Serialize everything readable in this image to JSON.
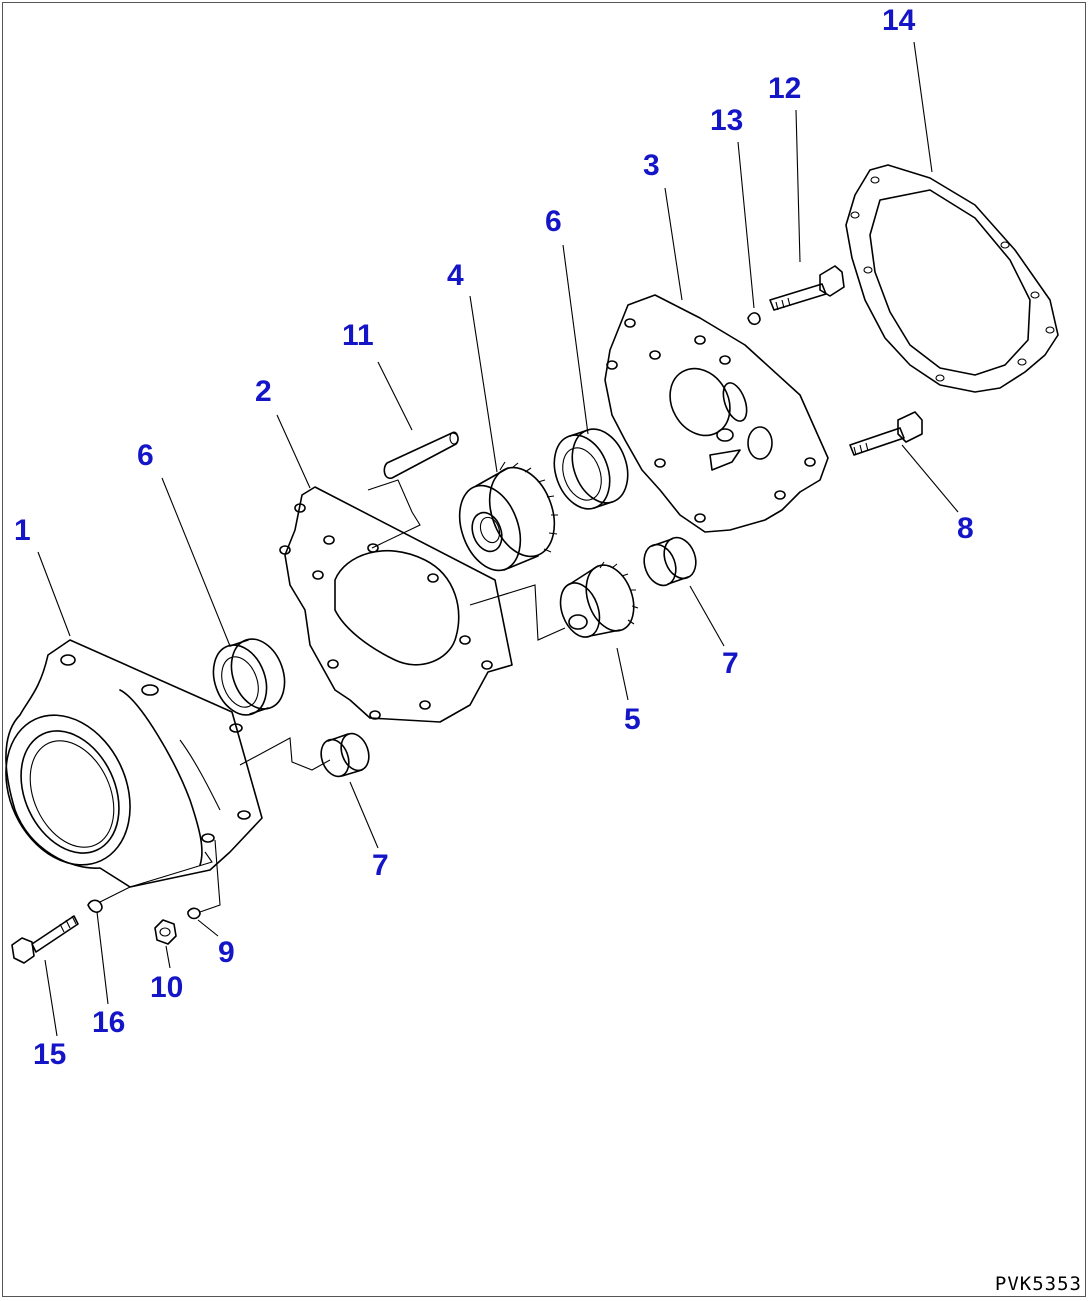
{
  "callouts": {
    "c1": "1",
    "c2": "2",
    "c3": "3",
    "c4": "4",
    "c5": "5",
    "c6a": "6",
    "c6b": "6",
    "c7a": "7",
    "c7b": "7",
    "c8": "8",
    "c9": "9",
    "c10": "10",
    "c11": "11",
    "c12": "12",
    "c13": "13",
    "c14": "14",
    "c15": "15",
    "c16": "16"
  },
  "drawing_code": "PVK5353",
  "colors": {
    "callout": "#1515c8",
    "line": "#000000",
    "background": "#ffffff"
  }
}
